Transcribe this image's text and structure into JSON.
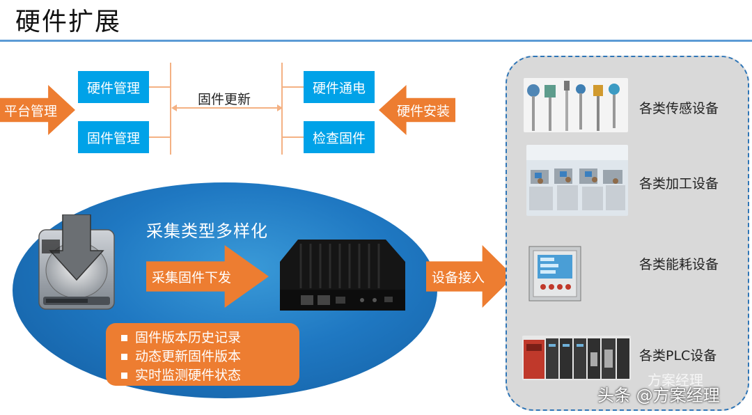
{
  "title": "硬件扩展",
  "top_flow": {
    "platform_mgmt": "平台管理",
    "hw_mgmt": "硬件管理",
    "fw_mgmt": "固件管理",
    "fw_update": "固件更新",
    "hw_power": "硬件通电",
    "check_fw": "检查固件",
    "hw_install": "硬件安装"
  },
  "ellipse": {
    "heading": "采集类型多样化",
    "arrow_label": "采集固件下发",
    "features": [
      "固件版本历史记录",
      "动态更新固件版本",
      "实时监测硬件状态"
    ]
  },
  "connect_label": "设备接入",
  "devices": [
    {
      "label": "各类传感设备"
    },
    {
      "label": "各类加工设备"
    },
    {
      "label": "各类能耗设备"
    },
    {
      "label": "各类PLC设备"
    }
  ],
  "watermark": {
    "main": "头条 @方案经理",
    "faint": "方案经理"
  },
  "colors": {
    "blue": "#00a2e8",
    "orange": "#ed7d31",
    "line": "#f4b183",
    "rule": "#5b9bd5"
  }
}
